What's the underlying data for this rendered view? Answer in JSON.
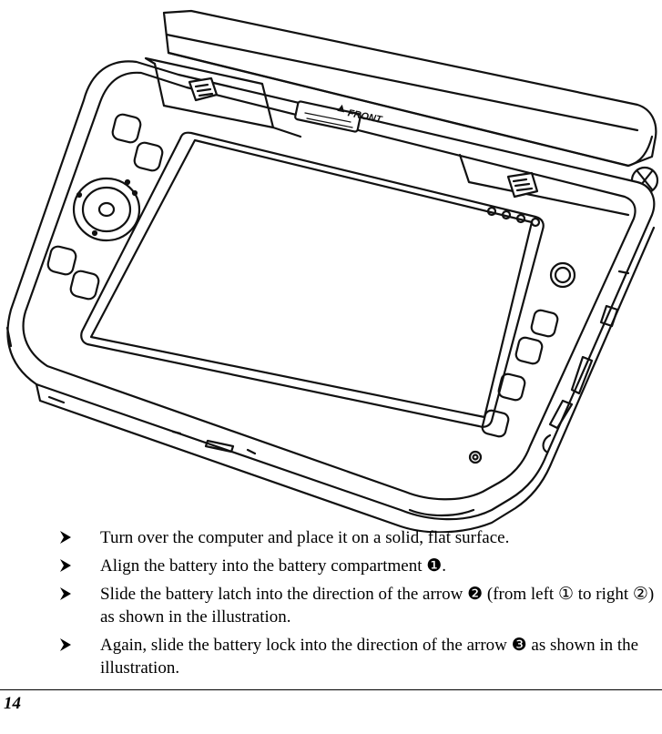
{
  "figure": {
    "front_label": "FRONT",
    "icon": "battery-installation-illustration"
  },
  "bullets": [
    "Turn over the computer and place it on a solid, flat surface.",
    "Align the battery into the battery compartment ❶.",
    "Slide the battery latch into the direction of the arrow ❷ (from left ① to right ②) as shown in the illustration.",
    "Again, slide the battery lock into the direction of the arrow ❸ as shown in the illustration."
  ],
  "bullet_icon": "arrowhead-bullet-icon",
  "footer": {
    "page_number": "14"
  }
}
